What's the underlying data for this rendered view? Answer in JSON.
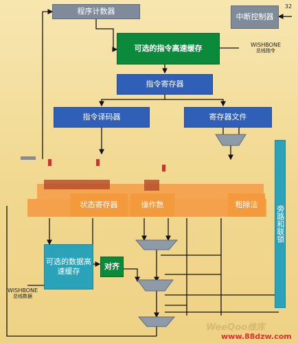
{
  "top": {
    "program_counter": "程序计数器",
    "interrupt_controller": "中断控制器",
    "interrupt_bits": "32"
  },
  "icache": {
    "label": "可选的指令高速缓存",
    "bus_label": "WISHBONE",
    "bus_sub": "总线指令"
  },
  "instruction_register": "指令寄存器",
  "decoder": "指令译码器",
  "register_file": "寄存器文件",
  "orange_units": [
    "状态寄存器",
    "操作数",
    "粗除法"
  ],
  "bypass": "旁路和联锁",
  "dcache": {
    "label": "可选的数据高速缓存",
    "bus_label": "WISHBONE",
    "bus_sub": "总线数据"
  },
  "align": "对齐",
  "watermark": {
    "brand": "WeeQoo维库",
    "url": "www.88dzw.com"
  },
  "colors": {
    "gray": "#7f8b9a",
    "green": "#0a8a3a",
    "blue": "#2f5fb6",
    "teal": "#2aa3b8",
    "orange": "#f5a04a",
    "background": "#f1d88f"
  }
}
